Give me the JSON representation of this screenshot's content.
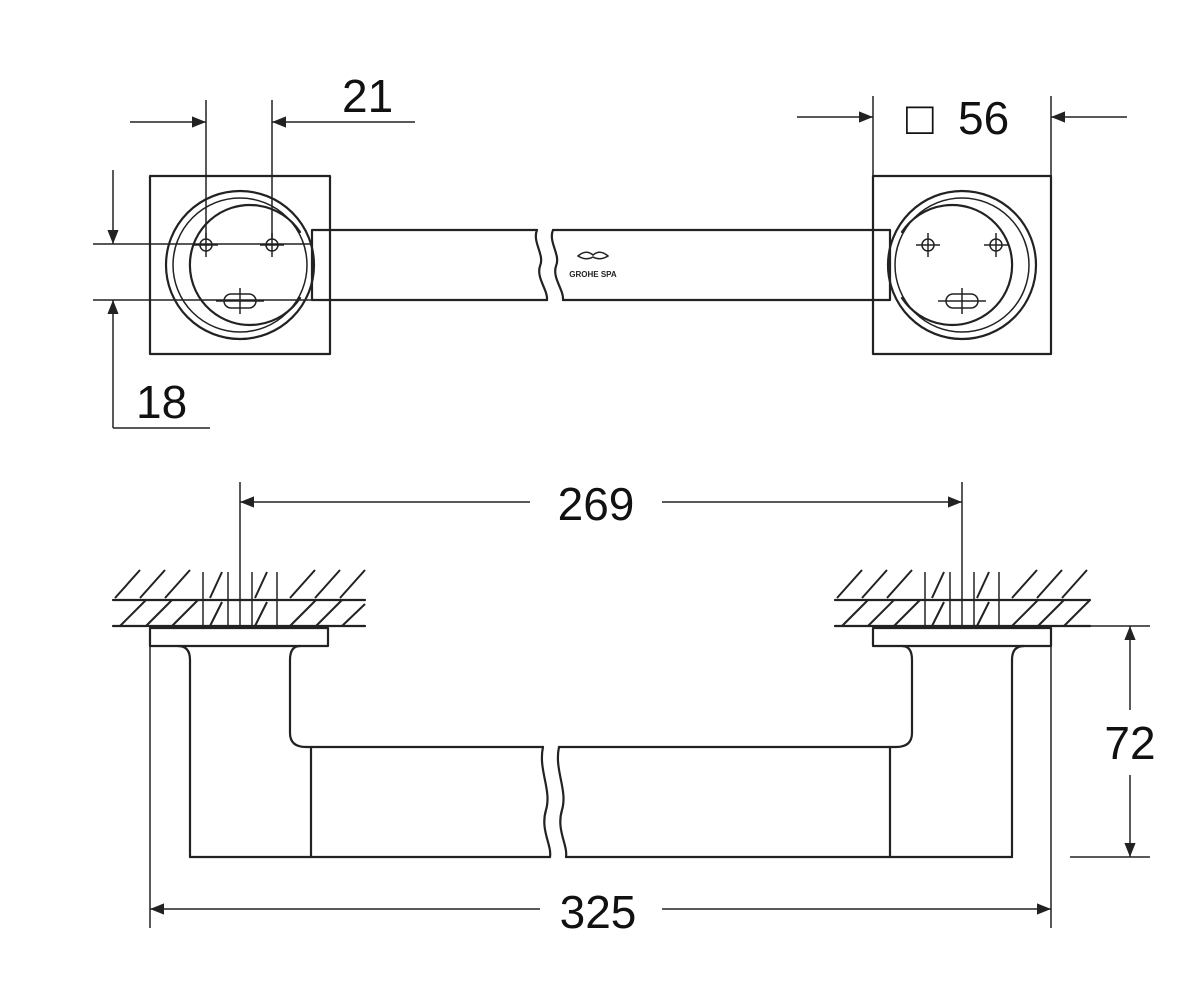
{
  "dimensions": {
    "hole_spacing": "21",
    "base_square_symbol": "□",
    "base_square": "56",
    "bar_offset": "18",
    "center_distance": "269",
    "projection": "72",
    "overall_length": "325"
  },
  "logo": {
    "brand": "GROHE SPA"
  },
  "colors": {
    "line": "#222222",
    "background": "#ffffff"
  }
}
